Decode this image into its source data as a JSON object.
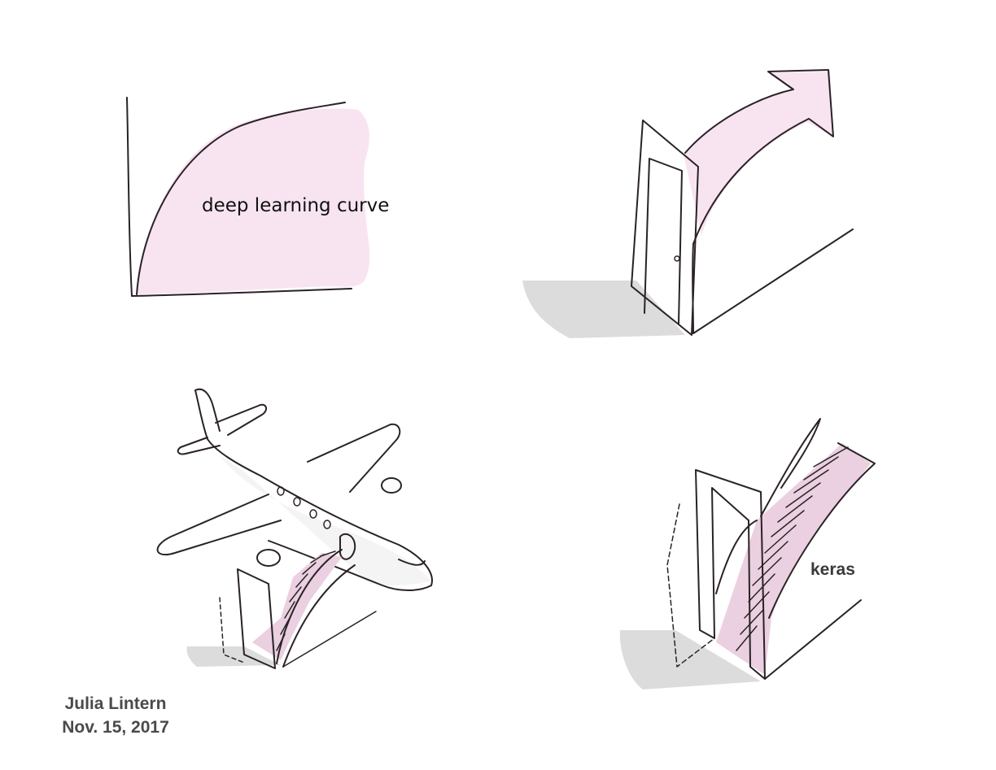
{
  "panels": {
    "learning_curve": {
      "label": "deep learning curve"
    },
    "door_arrow": {},
    "airplane_stairs": {},
    "keras_door": {
      "label": "keras"
    }
  },
  "credit": {
    "author": "Julia Lintern",
    "date": "Nov. 15, 2017"
  },
  "colors": {
    "pink_fill": "#f8e4f1",
    "stair_pink": "#ead0e0",
    "shadow_gray": "#dcdcdc",
    "ink": "#2a2226"
  }
}
